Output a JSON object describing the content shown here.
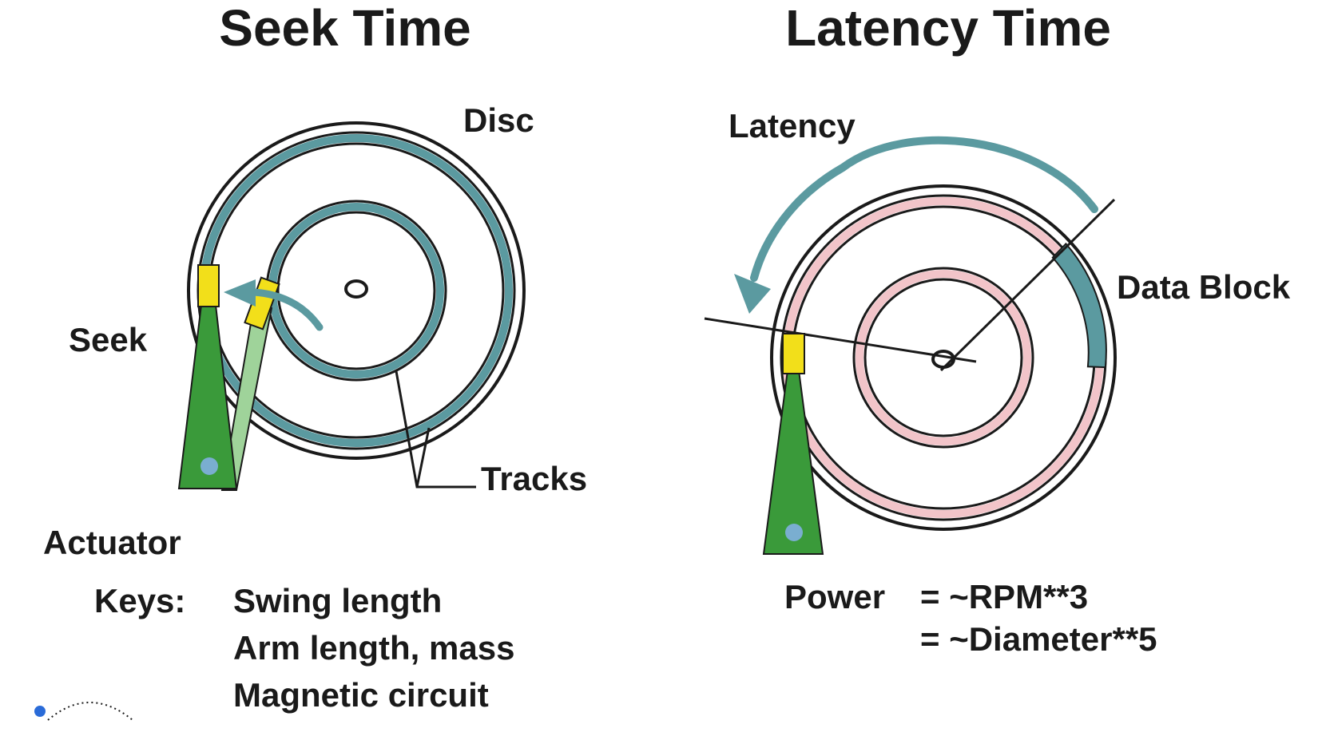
{
  "seek_panel": {
    "title": "Seek Time",
    "labels": {
      "disc": "Disc",
      "seek": "Seek",
      "tracks": "Tracks",
      "actuator": "Actuator"
    },
    "keys_label": "Keys:",
    "keys": [
      "Swing length",
      "Arm length, mass",
      "Magnetic circuit"
    ]
  },
  "latency_panel": {
    "title": "Latency Time",
    "labels": {
      "latency": "Latency",
      "data_block": "Data Block"
    },
    "power_label": "Power",
    "power_formulas": [
      "= ~RPM**3",
      "= ~Diameter**5"
    ]
  },
  "colors": {
    "track_teal": "#5b9aa0",
    "track_pink": "#f2c4c9",
    "arm_green": "#3a9a3a",
    "arm_light_green": "#9fd39a",
    "head_yellow": "#f2df1a",
    "pivot_blue": "#7aaed0",
    "cursor_blue": "#2a6bd8"
  }
}
